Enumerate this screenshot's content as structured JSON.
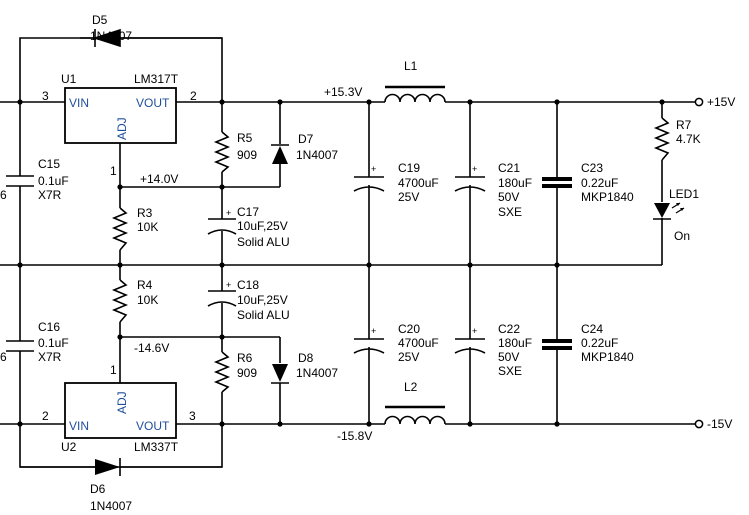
{
  "regulators": {
    "u1": {
      "ref": "U1",
      "part": "LM317T",
      "vin": "VIN",
      "vout": "VOUT",
      "adj": "ADJ",
      "pin_in": "3",
      "pin_out": "2",
      "pin_adj": "1"
    },
    "u2": {
      "ref": "U2",
      "part": "LM337T",
      "vin": "VIN",
      "vout": "VOUT",
      "adj": "ADJ",
      "pin_in": "2",
      "pin_out": "3",
      "pin_adj": "1"
    }
  },
  "diodes": {
    "d5": {
      "ref": "D5",
      "part": "1N4007"
    },
    "d6": {
      "ref": "D6",
      "part": "1N4007"
    },
    "d7": {
      "ref": "D7",
      "part": "1N4007"
    },
    "d8": {
      "ref": "D8",
      "part": "1N4007"
    }
  },
  "resistors": {
    "r3": {
      "ref": "R3",
      "value": "10K"
    },
    "r4": {
      "ref": "R4",
      "value": "10K"
    },
    "r5": {
      "ref": "R5",
      "value": "909"
    },
    "r6": {
      "ref": "R6",
      "value": "909"
    },
    "r7": {
      "ref": "R7",
      "value": "4.7K"
    }
  },
  "capacitors": {
    "c15": {
      "ref": "C15",
      "value": "0.1uF",
      "type": "X7R",
      "edge": "6"
    },
    "c16": {
      "ref": "C16",
      "value": "0.1uF",
      "type": "X7R",
      "edge": "6"
    },
    "c17": {
      "ref": "C17",
      "value": "10uF,25V",
      "type": "Solid ALU"
    },
    "c18": {
      "ref": "C18",
      "value": "10uF,25V",
      "type": "Solid ALU"
    },
    "c19": {
      "ref": "C19",
      "value": "4700uF",
      "rating": "25V"
    },
    "c20": {
      "ref": "C20",
      "value": "4700uF",
      "rating": "25V"
    },
    "c21": {
      "ref": "C21",
      "value": "180uF",
      "rating": "50V",
      "type": "SXE"
    },
    "c22": {
      "ref": "C22",
      "value": "180uF",
      "rating": "50V",
      "type": "SXE"
    },
    "c23": {
      "ref": "C23",
      "value": "0.22uF",
      "type": "MKP1840"
    },
    "c24": {
      "ref": "C24",
      "value": "0.22uF",
      "type": "MKP1840"
    }
  },
  "inductors": {
    "l1": {
      "ref": "L1"
    },
    "l2": {
      "ref": "L2"
    }
  },
  "led": {
    "ref": "LED1",
    "state": "On"
  },
  "nets": {
    "pos_adj": "+14.0V",
    "neg_adj": "-14.6V",
    "pos_rail": "+15.3V",
    "neg_rail": "-15.8V",
    "out_pos": "+15V",
    "out_neg": "-15V"
  },
  "polarity_mark": "+"
}
